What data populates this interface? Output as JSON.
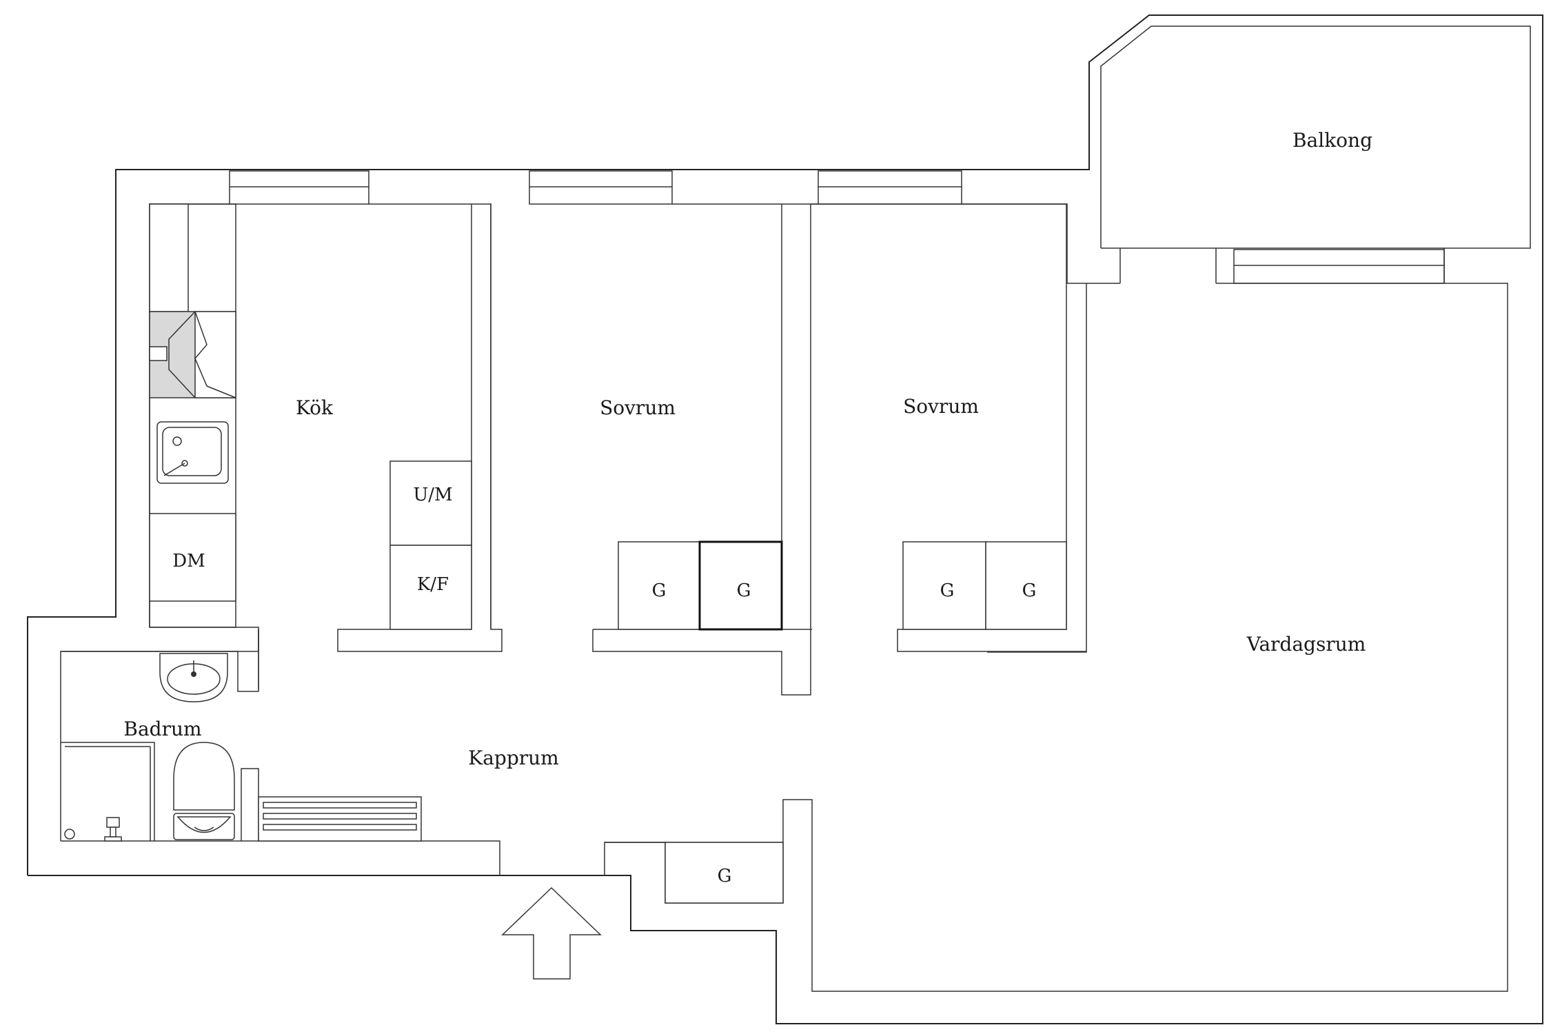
{
  "rooms": {
    "balkong": "Balkong",
    "kok": "Kök",
    "sovrum_1": "Sovrum",
    "sovrum_2": "Sovrum",
    "vardagsrum": "Vardagsrum",
    "badrum": "Badrum",
    "kapprum": "Kapprum"
  },
  "fixtures": {
    "dishwasher": "DM",
    "oven_microwave": "U/M",
    "fridge_freezer": "K/F",
    "wardrobe_s1_left": "G",
    "wardrobe_s1_right": "G",
    "wardrobe_s2_left": "G",
    "wardrobe_s2_right": "G",
    "wardrobe_hall": "G"
  },
  "colors": {
    "wall": "#222222",
    "fixture_fill": "#ffffff",
    "hob_fill": "#d9d9d9"
  }
}
